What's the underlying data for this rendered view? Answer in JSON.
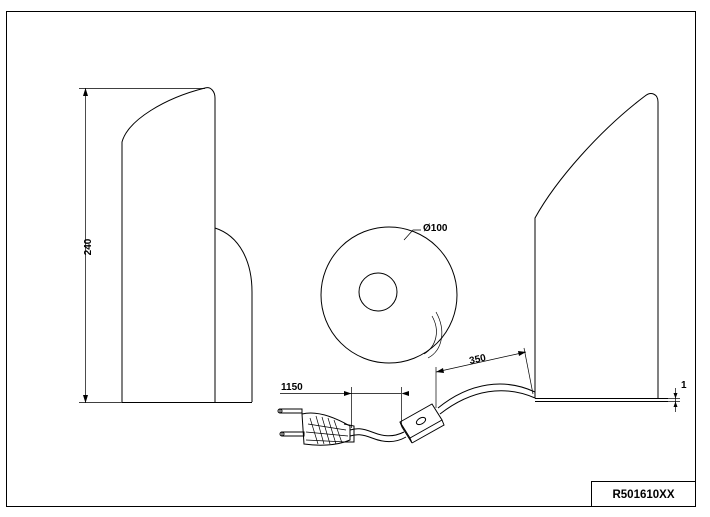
{
  "drawing": {
    "product_code": "R501610XX",
    "dimensions": {
      "height": "240",
      "diameter": "Ø100",
      "cable_to_switch": "350",
      "cable_to_plug": "1150",
      "base_thickness": "1"
    }
  }
}
